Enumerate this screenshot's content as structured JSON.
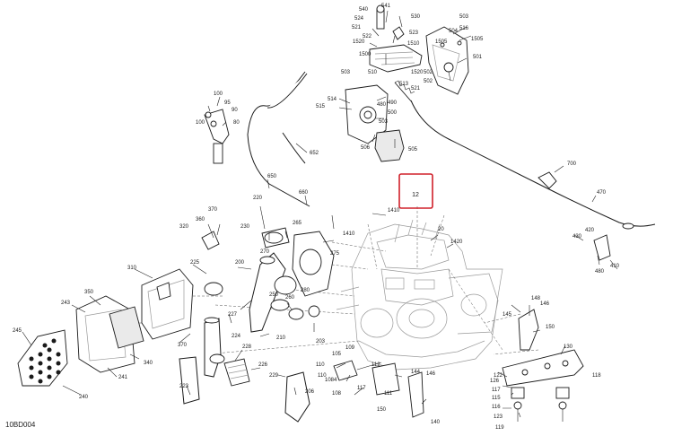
{
  "diagram": {
    "reference_code": "10BD004",
    "highlight": {
      "color": "#d0202a",
      "label": "12"
    },
    "callouts": [
      "540",
      "541",
      "524",
      "530",
      "521",
      "523",
      "522",
      "1520",
      "1510",
      "1500",
      "1505",
      "1520",
      "503",
      "502",
      "501",
      "504",
      "516",
      "503",
      "1505",
      "514",
      "515",
      "480",
      "490",
      "510",
      "513",
      "521",
      "502",
      "500",
      "503",
      "506",
      "505",
      "100",
      "95",
      "90",
      "80",
      "652",
      "650",
      "660",
      "700",
      "470",
      "220",
      "230",
      "265",
      "1410",
      "20",
      "1410",
      "1420",
      "430",
      "420",
      "410",
      "480",
      "370",
      "320",
      "360",
      "225",
      "310",
      "200",
      "270",
      "280",
      "275",
      "250",
      "350",
      "243",
      "260",
      "210",
      "203",
      "227",
      "224",
      "148",
      "146",
      "145",
      "150",
      "130",
      "245",
      "240",
      "241",
      "340",
      "370",
      "223",
      "228",
      "226",
      "229",
      "206",
      "110",
      "109",
      "105",
      "108",
      "1084",
      "112",
      "111",
      "117",
      "146",
      "144",
      "140",
      "150",
      "122",
      "126",
      "116",
      "117",
      "115",
      "118",
      "123",
      "119",
      "100",
      "110"
    ]
  }
}
